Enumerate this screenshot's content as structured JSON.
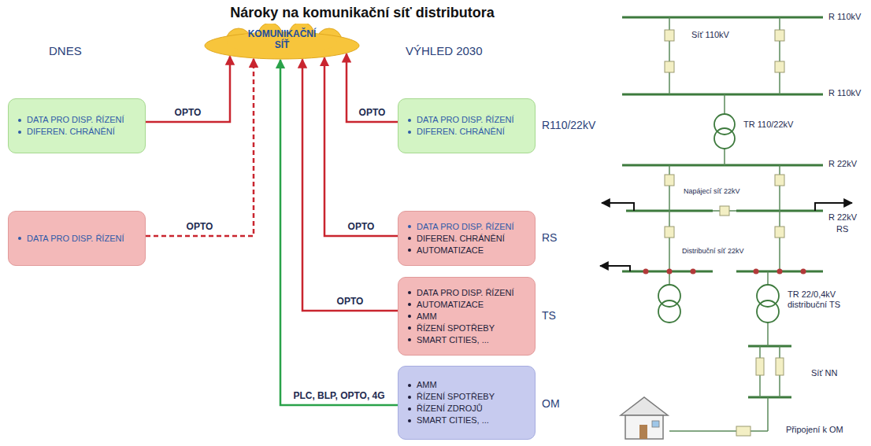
{
  "diagram": {
    "title": "Nároky na komunikační síť distributora",
    "nodes": [
      {
        "text": [
          "KOMUNIKAČNÍ SÍŤ"
        ]
      },
      {
        "text": [
          "DATA PRO DISP. ŘÍZENÍ",
          "DIFEREN. CHRÁNĚNÍ"
        ]
      },
      {
        "text": [
          "DATA PRO DISP. ŘÍZENÍ"
        ]
      },
      {
        "text": [
          "DATA PRO DISP. ŘÍZENÍ",
          "DIFEREN. CHRÁNĚNÍ"
        ]
      },
      {
        "text": [
          "DATA PRO DISP. ŘÍZENÍ",
          "DIFEREN. CHRÁNĚNÍ",
          "AUTOMATIZACE"
        ]
      },
      {
        "text": [
          "DATA PRO DISP. ŘÍZENÍ",
          "AUTOMATIZACE",
          "AMM",
          "ŘÍZENÍ SPOTŘEBY",
          "SMART CITIES, ..."
        ]
      },
      {
        "text": [
          "AMM",
          "ŘÍZENÍ SPOTŘEBY",
          "ŘÍZENÍ ZDROJŮ",
          "SMART CITIES, ..."
        ]
      }
    ],
    "edges": [
      {
        "from": 1,
        "to": 0,
        "arrow": "to",
        "label": "OPTO"
      },
      {
        "from": 2,
        "to": 0,
        "arrow": "to",
        "label": "OPTO"
      },
      {
        "from": 3,
        "to": 0,
        "arrow": "to",
        "label": "OPTO"
      },
      {
        "from": 4,
        "to": 0,
        "arrow": "to",
        "label": "OPTO"
      },
      {
        "from": 5,
        "to": 0,
        "arrow": "to",
        "label": "OPTO"
      },
      {
        "from": 6,
        "to": 0,
        "arrow": "to",
        "label": "PLC, BLP, OPTO, 4G"
      }
    ],
    "labels": [
      "DNES",
      "VÝHLED 2030",
      "R110/22kV",
      "RS",
      "TS",
      "OM",
      "R 110kV",
      "Síť 110kV",
      "R 110kV",
      "TR 110/22kV",
      "R 22kV",
      "Napájecí síť 22kV",
      "R 22kV",
      "RS",
      "Distribuční síť 22kV",
      "TR 22/0,4kV distribuční TS",
      "Síť NN",
      "Připojení k OM"
    ]
  }
}
